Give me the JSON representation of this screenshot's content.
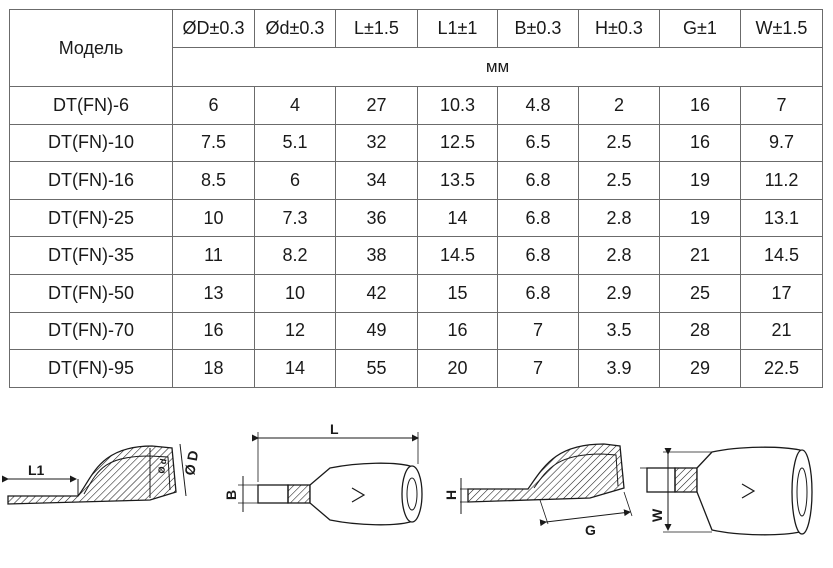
{
  "table": {
    "model_header": "Модель",
    "unit_label": "мм",
    "columns": [
      "ØD±0.3",
      "Ød±0.3",
      "L±1.5",
      "L1±1",
      "B±0.3",
      "H±0.3",
      "G±1",
      "W±1.5"
    ],
    "rows": [
      {
        "model": "DT(FN)-6",
        "values": [
          "6",
          "4",
          "27",
          "10.3",
          "4.8",
          "2",
          "16",
          "7"
        ]
      },
      {
        "model": "DT(FN)-10",
        "values": [
          "7.5",
          "5.1",
          "32",
          "12.5",
          "6.5",
          "2.5",
          "16",
          "9.7"
        ]
      },
      {
        "model": "DT(FN)-16",
        "values": [
          "8.5",
          "6",
          "34",
          "13.5",
          "6.8",
          "2.5",
          "19",
          "11.2"
        ]
      },
      {
        "model": "DT(FN)-25",
        "values": [
          "10",
          "7.3",
          "36",
          "14",
          "6.8",
          "2.8",
          "19",
          "13.1"
        ]
      },
      {
        "model": "DT(FN)-35",
        "values": [
          "11",
          "8.2",
          "38",
          "14.5",
          "6.8",
          "2.8",
          "21",
          "14.5"
        ]
      },
      {
        "model": "DT(FN)-50",
        "values": [
          "13",
          "10",
          "42",
          "15",
          "6.8",
          "2.9",
          "25",
          "17"
        ]
      },
      {
        "model": "DT(FN)-70",
        "values": [
          "16",
          "12",
          "49",
          "16",
          "7",
          "3.5",
          "28",
          "21"
        ]
      },
      {
        "model": "DT(FN)-95",
        "values": [
          "18",
          "14",
          "55",
          "20",
          "7",
          "3.9",
          "29",
          "22.5"
        ]
      }
    ]
  },
  "drawings": {
    "fig1": {
      "label_l1": "L1",
      "label_d_outer": "Ø D",
      "label_d_inner": "Ø d"
    },
    "fig2": {
      "label_l": "L",
      "label_b": "B"
    },
    "fig3": {
      "label_h": "H",
      "label_g": "G"
    },
    "fig4": {
      "label_w": "W"
    }
  }
}
